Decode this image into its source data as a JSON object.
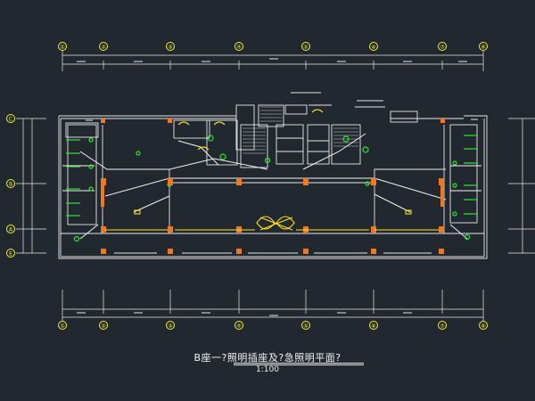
{
  "drawing": {
    "title": "B座一?照明插座及?急照明平面?",
    "scale": "1:100"
  },
  "axes": {
    "columns": [
      "①",
      "②",
      "③",
      "④",
      "⑤",
      "⑥",
      "⑦",
      "⑧"
    ],
    "rows": [
      "C",
      "B",
      "A",
      "E"
    ]
  },
  "colors": {
    "background": "#212830",
    "lines": "#e8e8e8",
    "fixtures": "#2ee82e",
    "columns": "#f07820",
    "doors": "#ffe018",
    "grid_bubbles": "#f0f02a",
    "annotations": "#ffffff"
  }
}
